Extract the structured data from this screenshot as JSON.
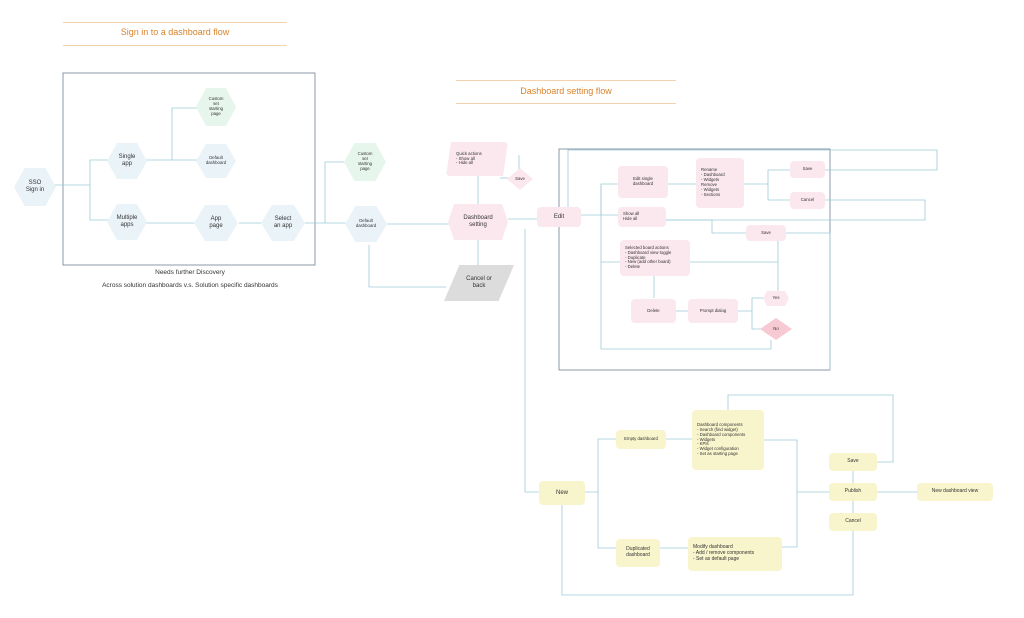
{
  "titles": {
    "signin_flow": "Sign in to a dashboard flow",
    "setting_flow": "Dashboard setting flow"
  },
  "captions": {
    "needs_discovery": "Needs further Discovery",
    "across": "Across solution dashboards  v.s.  Solution specific dashboards"
  },
  "nodes": {
    "sso": [
      "SSO",
      "Sign in"
    ],
    "single_app": [
      "Single",
      "app"
    ],
    "multiple_apps": [
      "Multiple",
      "apps"
    ],
    "custom_start_1": [
      "Custom",
      "set",
      "starting",
      "page"
    ],
    "default_dash_1": [
      "Default",
      "dashboard"
    ],
    "app_page": [
      "App",
      "page"
    ],
    "select_app": [
      "Select",
      "an app"
    ],
    "custom_start_2": [
      "Custom",
      "set",
      "starting",
      "page"
    ],
    "default_dash_2": [
      "Default",
      "dashboard"
    ],
    "quick_actions": [
      "Quick actions",
      "- Show all",
      "- Hide all"
    ],
    "save_small": "Save",
    "dashboard_setting": [
      "Dashboard",
      "setting"
    ],
    "cancel_back": [
      "Cancel or",
      "back"
    ],
    "edit": "Edit",
    "edit_single": [
      "Edit single",
      "dashboard"
    ],
    "rename": [
      "Rename",
      "- Dashboard",
      "- Widgets",
      "Remove",
      "- Widgets",
      "- Sections"
    ],
    "save_edit": "Save",
    "cancel_edit": "Cancel",
    "show_hide": [
      "Show all",
      "Hide all"
    ],
    "save_mid": "Save",
    "selected_actions": [
      "Selected board actions",
      "- Dashboard view toggle",
      "- Duplicate",
      "- New (add other board)",
      "- Delete"
    ],
    "delete": "Delete",
    "prompt_dialog": "Prompt dialog",
    "yes": "Yes",
    "no": "No",
    "new": "New",
    "empty_dashboard": "Empty dashboard",
    "components": [
      "Dashboard components",
      "- Search (find widget)",
      "- Dashboard components",
      "  - Widgets",
      "  - KPIs",
      "  - Widget configuration",
      "- Set as starting page"
    ],
    "duplicated": [
      "Duplicated",
      "dashboard"
    ],
    "modify": [
      "Modify dashboard",
      "- Add / remove components",
      "- Set as default page"
    ],
    "save_final": "Save",
    "publish": "Publish",
    "cancel_final": "Cancel",
    "new_view": "New dashboard view"
  },
  "colors": {
    "line": "#9ecbd9",
    "accent_title": "#d9822b",
    "frame": "#6f7f92",
    "hex_blue": "#eaf4f8",
    "hex_green": "#e6f6ec",
    "pink": "#fbe8ee",
    "yellow": "#f8f4cc",
    "gray": "#dcdcdc"
  }
}
